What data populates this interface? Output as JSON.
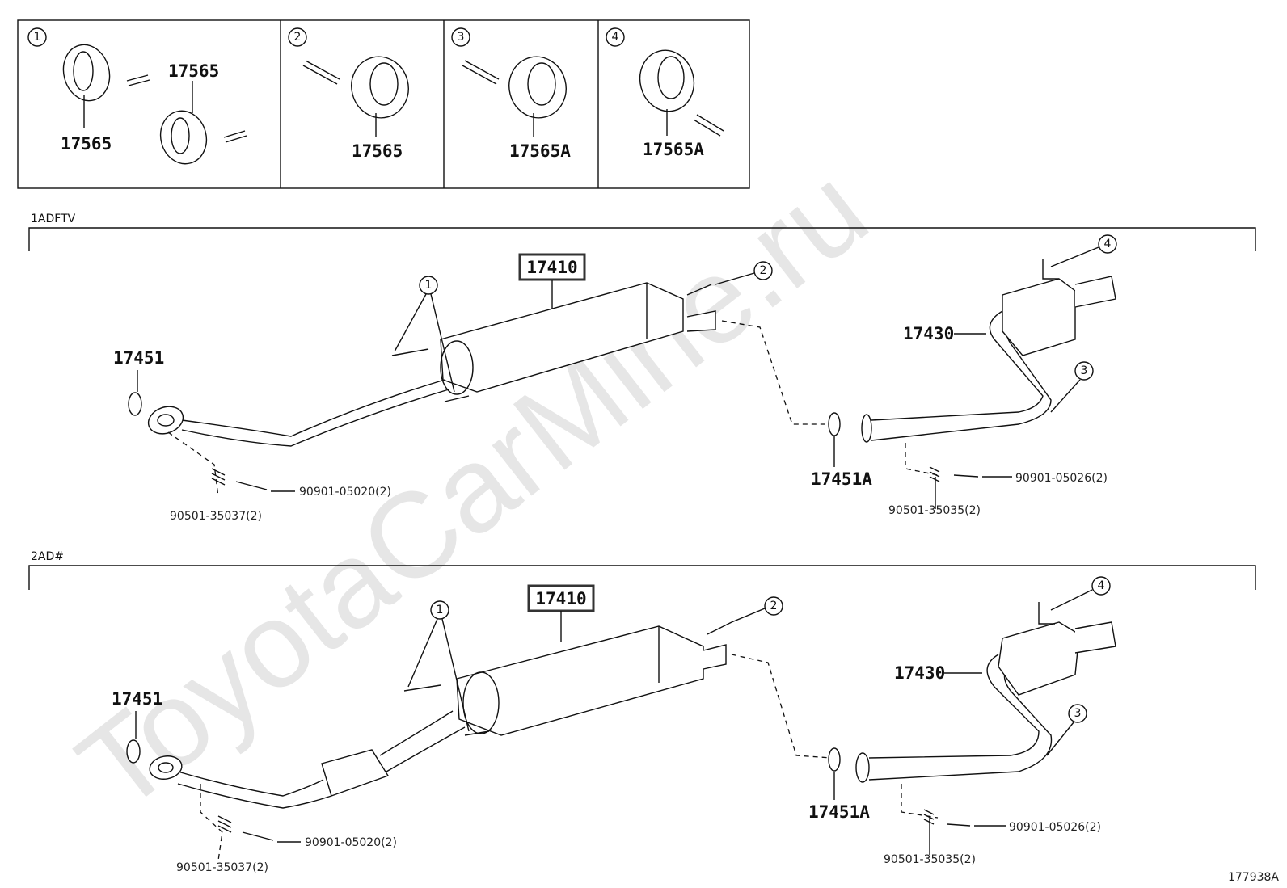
{
  "watermark": "ToyotaCarMine.ru",
  "diagram_code": "177938A",
  "insets": [
    {
      "num": "1",
      "labels": [
        "17565",
        "17565"
      ]
    },
    {
      "num": "2",
      "labels": [
        "17565"
      ]
    },
    {
      "num": "3",
      "labels": [
        "17565A"
      ]
    },
    {
      "num": "4",
      "labels": [
        "17565A"
      ]
    }
  ],
  "sections": [
    {
      "name": "1ADFTV",
      "main_part": "17410",
      "callouts": [
        "1",
        "2",
        "3",
        "4"
      ],
      "parts": {
        "gasket_front": "17451",
        "gasket_rear": "17451A",
        "tail_pipe": "17430",
        "bolt_front": "90901-05020(2)",
        "spring_front": "90501-35037(2)",
        "bolt_rear": "90901-05026(2)",
        "spring_rear": "90501-35035(2)"
      }
    },
    {
      "name": "2AD#",
      "main_part": "17410",
      "callouts": [
        "1",
        "2",
        "3",
        "4"
      ],
      "parts": {
        "gasket_front": "17451",
        "gasket_rear": "17451A",
        "tail_pipe": "17430",
        "bolt_front": "90901-05020(2)",
        "spring_front": "90501-35037(2)",
        "bolt_rear": "90901-05026(2)",
        "spring_rear": "90501-35035(2)"
      }
    }
  ]
}
